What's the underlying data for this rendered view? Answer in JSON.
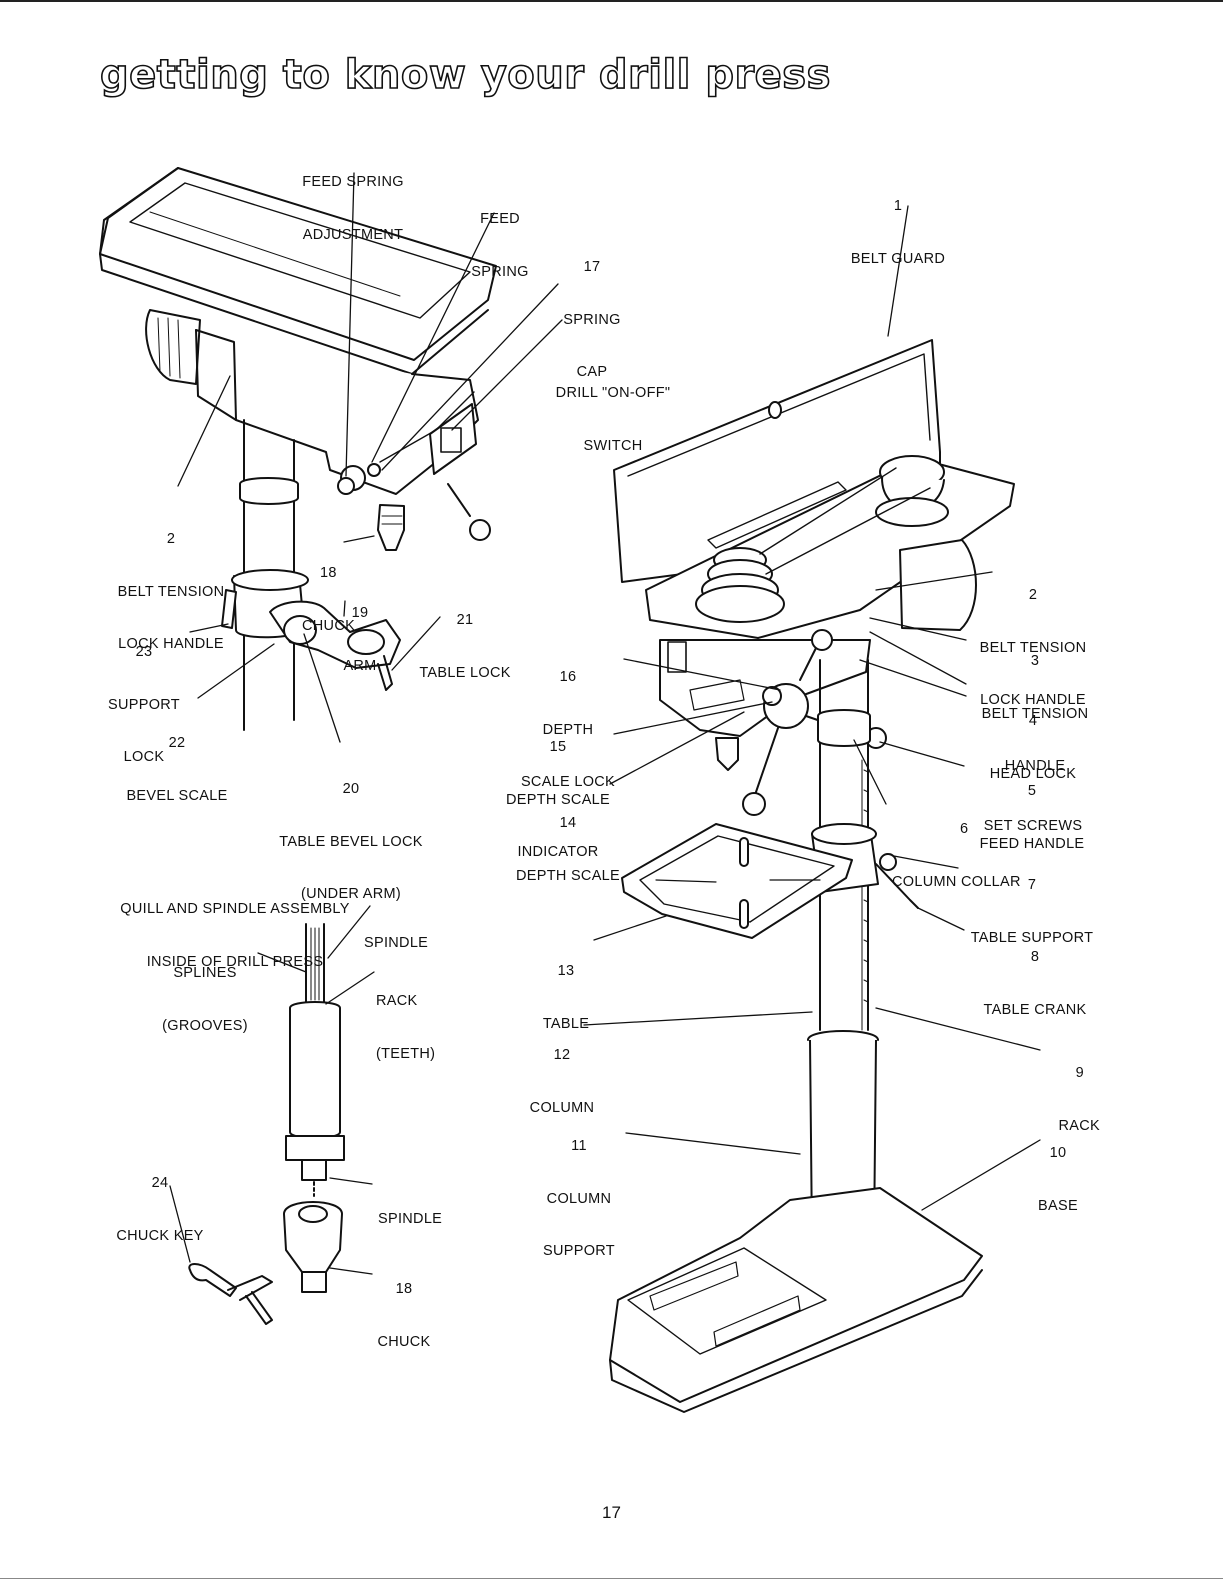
{
  "page": {
    "title": "getting to know your drill press",
    "page_number": "17"
  },
  "labels": {
    "feed_spring_adjustment": {
      "line1": "FEED SPRING",
      "line2": "ADJUSTMENT"
    },
    "feed_spring": {
      "line1": "FEED",
      "line2": "SPRING"
    },
    "spring_cap": {
      "num": "17",
      "line1": "SPRING",
      "line2": "CAP"
    },
    "belt_guard": {
      "num": "1",
      "line1": "BELT GUARD"
    },
    "on_off_switch": {
      "line1": "DRILL \"ON-OFF\"",
      "line2": "SWITCH"
    },
    "belt_tension_lock_left": {
      "num": "2",
      "line1": "BELT TENSION",
      "line2": "LOCK HANDLE"
    },
    "chuck_top": {
      "num": "18",
      "line1": "CHUCK"
    },
    "arm": {
      "num": "19",
      "line1": "ARM"
    },
    "table_lock": {
      "num": "21",
      "line1": "TABLE LOCK"
    },
    "support_lock": {
      "num": "23",
      "line1": "SUPPORT",
      "line2": "LOCK"
    },
    "bevel_scale": {
      "num": "22",
      "line1": "BEVEL SCALE"
    },
    "table_bevel_lock": {
      "num": "20",
      "line1": "TABLE BEVEL LOCK",
      "line2": "(UNDER ARM)"
    },
    "depth_scale_lock": {
      "num": "16",
      "line1": "DEPTH",
      "line2": "SCALE LOCK"
    },
    "depth_scale_indicator": {
      "num": "15",
      "line1": "DEPTH SCALE",
      "line2": "INDICATOR"
    },
    "depth_scale": {
      "num": "14",
      "line1": "DEPTH SCALE"
    },
    "belt_tension_lock_right": {
      "num": "2",
      "line1": "BELT TENSION",
      "line2": "LOCK HANDLE"
    },
    "belt_tension_handle": {
      "num": "3",
      "line1": "BELT TENSION",
      "line2": "HANDLE"
    },
    "head_lock_set_screws": {
      "num": "4",
      "line1": "HEAD LOCK",
      "line2": "SET SCREWS"
    },
    "feed_handle": {
      "num": "5",
      "line1": "FEED HANDLE"
    },
    "column_collar": {
      "num": "6",
      "line1": "COLUMN COLLAR"
    },
    "table_support": {
      "num": "7",
      "line1": "TABLE SUPPORT"
    },
    "table_crank": {
      "num": "8",
      "line1": "TABLE CRANK"
    },
    "rack": {
      "num": "9",
      "line1": "RACK"
    },
    "base": {
      "num": "10",
      "line1": "BASE"
    },
    "column_support": {
      "num": "11",
      "line1": "COLUMN",
      "line2": "SUPPORT"
    },
    "column": {
      "num": "12",
      "line1": "COLUMN"
    },
    "table": {
      "num": "13",
      "line1": "TABLE"
    },
    "quill_heading": {
      "line1": "QUILL AND SPINDLE ASSEMBLY",
      "line2": "INSIDE OF DRILL PRESS"
    },
    "spindle_top": {
      "line1": "SPINDLE"
    },
    "splines": {
      "line1": "SPLINES",
      "line2": "(GROOVES)"
    },
    "rack_teeth": {
      "line1": "RACK",
      "line2": "(TEETH)"
    },
    "chuck_key": {
      "num": "24",
      "line1": "CHUCK KEY"
    },
    "spindle_bottom": {
      "line1": "SPINDLE"
    },
    "chuck_bottom": {
      "num": "18",
      "line1": "CHUCK"
    }
  }
}
